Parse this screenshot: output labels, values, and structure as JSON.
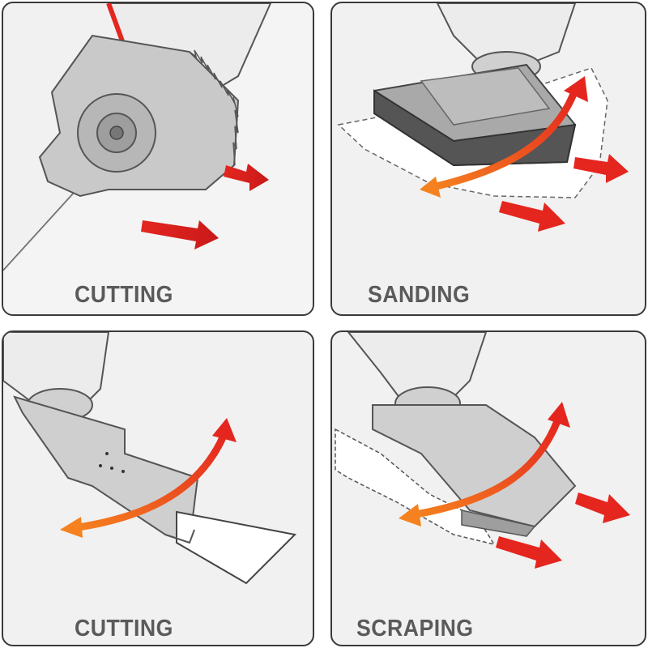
{
  "panels": [
    {
      "label": "CUTTING"
    },
    {
      "label": "SANDING"
    },
    {
      "label": "CUTTING"
    },
    {
      "label": "SCRAPING"
    }
  ],
  "colors": {
    "panel_bg": "#f1f1f1",
    "border": "#3a3a3a",
    "label": "#5a5a5a",
    "arrow_red": "#e4261f",
    "arrow_orange": "#f5821f",
    "tool_body": "#ececec",
    "metal": "#c9c9c9"
  }
}
